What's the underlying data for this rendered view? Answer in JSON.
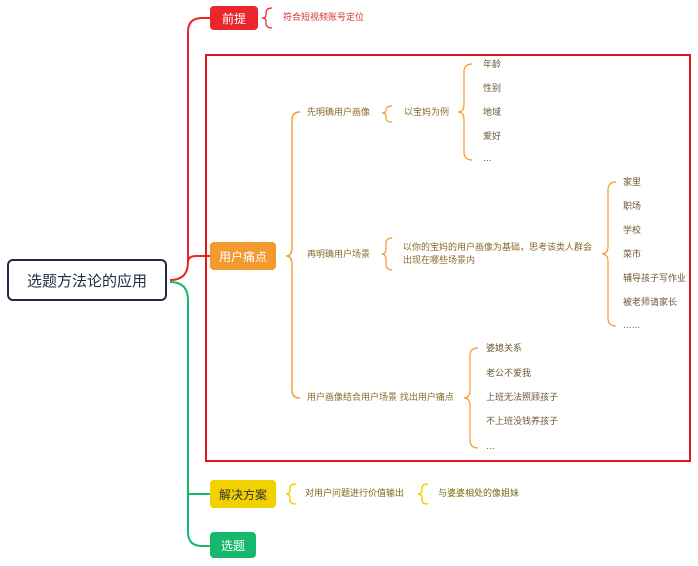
{
  "root": {
    "label": "选题方法论的应用"
  },
  "premise": {
    "label": "前提",
    "note": "符合短视频账号定位"
  },
  "pain_points": {
    "label": "用户痛点",
    "branches": [
      {
        "label": "先明确用户画像",
        "example": "以宝妈为例",
        "items": [
          "年龄",
          "性别",
          "地域",
          "爱好",
          "..."
        ]
      },
      {
        "label": "再明确用户场景",
        "description_line1": "以你的宝妈的用户画像为基础，思考该类人群会",
        "description_line2": "出现在哪些场景内",
        "items": [
          "家里",
          "职场",
          "学校",
          "菜市",
          "辅导孩子写作业",
          "被老师请家长",
          "......"
        ]
      },
      {
        "label": "用户画像结合用户场景 找出用户痛点",
        "items": [
          "婆媳关系",
          "老公不爱我",
          "上班无法照顾孩子",
          "不上班没钱养孩子",
          "..."
        ]
      }
    ]
  },
  "solution": {
    "label": "解决方案",
    "note": "对用户问题进行价值输出",
    "sub_note": "与婆婆相处的像姐妹"
  },
  "topic": {
    "label": "选题"
  },
  "colors": {
    "premise": "#e8262b",
    "pain_points": "#f39a2e",
    "solution": "#f2d100",
    "topic": "#17b86e",
    "highlight_border": "#e0151b",
    "root_border": "#1f2a44"
  }
}
